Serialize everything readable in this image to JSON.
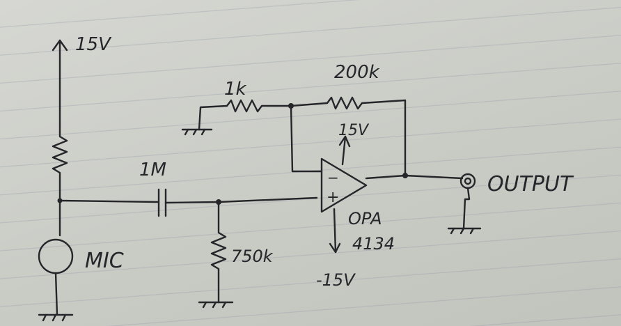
{
  "diagram": {
    "supply_positive": "15V",
    "supply_opamp_positive": "15V",
    "supply_opamp_negative": "-15V",
    "feedback_ground_resistor": "1k",
    "feedback_resistor": "200k",
    "coupling_capacitor": "1M",
    "bias_resistor": "750k",
    "opamp_label_line1": "OPA",
    "opamp_label_line2": "4134",
    "mic_label": "MIC",
    "output_label": "OUTPUT",
    "opamp_minus": "−",
    "opamp_plus": "+"
  },
  "colors": {
    "ink": "#26262a",
    "paper": "#cfd1cb",
    "ruled_lines": "#969ea8"
  }
}
